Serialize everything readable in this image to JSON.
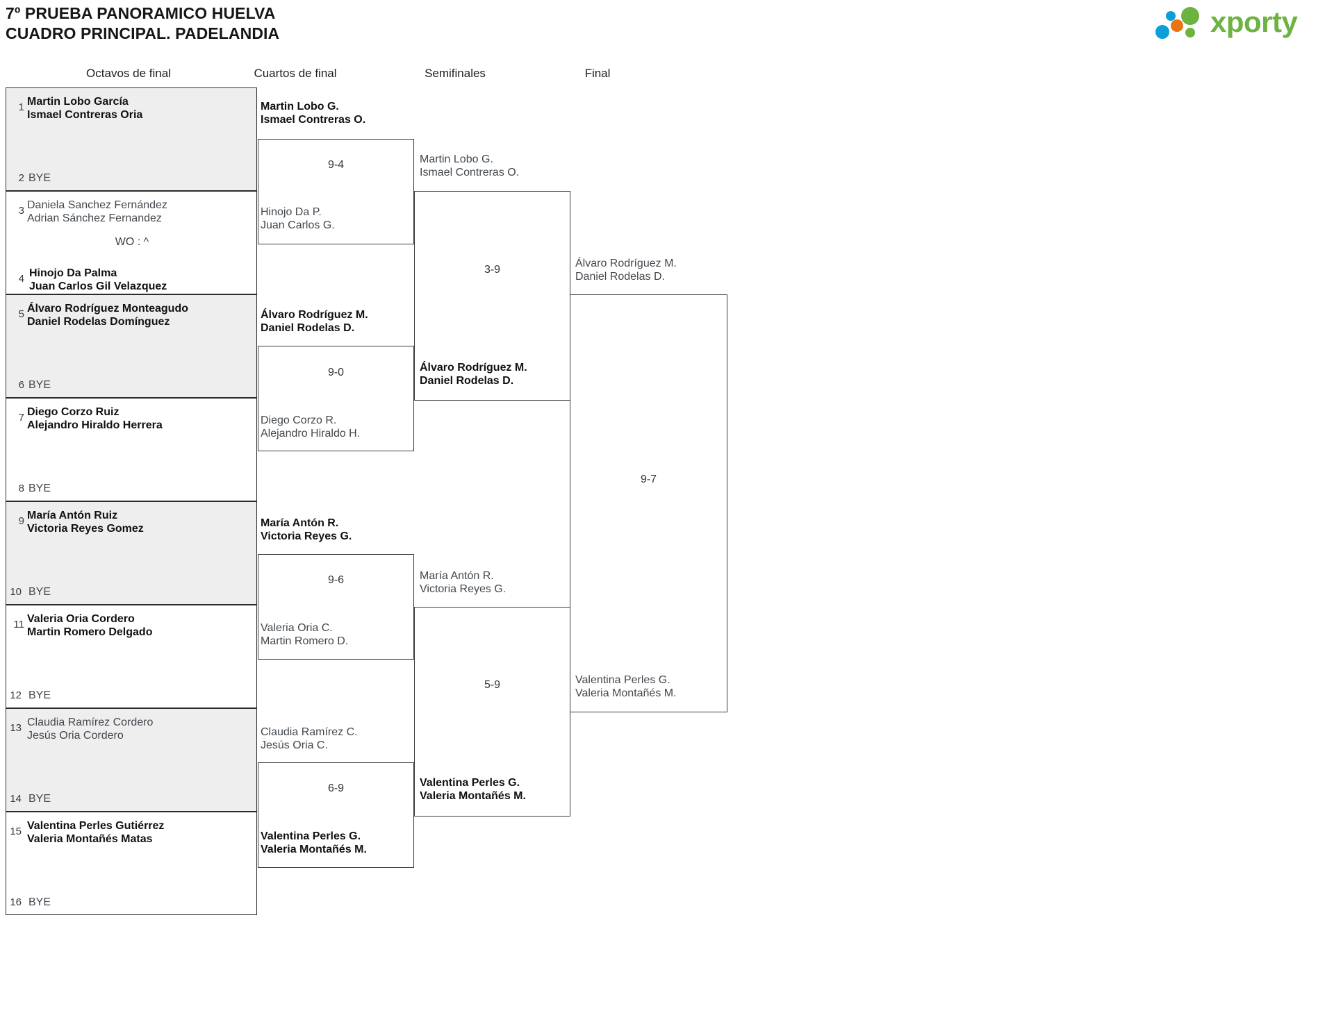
{
  "header": {
    "title_line1": "7º PRUEBA PANORAMICO HUELVA",
    "title_line2": "CUADRO PRINCIPAL. PADELANDIA",
    "title": "7º PRUEBA PANORAMICO HUELVA\nCUADRO PRINCIPAL. PADELANDIA",
    "logo_text": "xporty",
    "logo_colors": {
      "green": "#6cb33f",
      "blue": "#0b9fd8",
      "orange": "#e87511"
    }
  },
  "rounds": [
    {
      "id": "octavos",
      "label": "Octavos de final"
    },
    {
      "id": "cuartos",
      "label": "Cuartos de final"
    },
    {
      "id": "semifinales",
      "label": "Semifinales"
    },
    {
      "id": "final",
      "label": "Final"
    }
  ],
  "colors": {
    "shaded_row": "#eeeeee",
    "border": "#2b2b2b",
    "winner_text": "#111111",
    "loser_text": "#43484d"
  },
  "bye_label": "BYE",
  "octavos": [
    {
      "seed": "1",
      "names": "Martin Lobo García\nIsmael Contreras Oria",
      "opponent_seed": "2",
      "opponent_names": "BYE",
      "shaded": true,
      "result": "win",
      "note": ""
    },
    {
      "seed": "3",
      "names": "Daniela Sanchez Fernández\nAdrian Sánchez Fernandez",
      "opponent_seed": "4",
      "opponent_names": "Hinojo Da Palma\nJuan Carlos Gil Velazquez",
      "shaded": false,
      "result": "lose",
      "note": "WO : ^"
    },
    {
      "seed": "5",
      "names": "Álvaro Rodríguez Monteagudo\nDaniel Rodelas Domínguez",
      "opponent_seed": "6",
      "opponent_names": "BYE",
      "shaded": true,
      "result": "win",
      "note": ""
    },
    {
      "seed": "7",
      "names": "Diego Corzo Ruiz\nAlejandro Hiraldo Herrera",
      "opponent_seed": "8",
      "opponent_names": "BYE",
      "shaded": false,
      "result": "win",
      "note": ""
    },
    {
      "seed": "9",
      "names": "María Antón Ruiz\nVictoria Reyes Gomez",
      "opponent_seed": "10",
      "opponent_names": "BYE",
      "shaded": true,
      "result": "win",
      "note": ""
    },
    {
      "seed": "11",
      "names": "Valeria Oria Cordero\nMartin Romero Delgado",
      "opponent_seed": "12",
      "opponent_names": "BYE",
      "shaded": false,
      "result": "win",
      "note": ""
    },
    {
      "seed": "13",
      "names": "Claudia Ramírez Cordero\nJesús Oria Cordero",
      "opponent_seed": "14",
      "opponent_names": "BYE",
      "shaded": true,
      "result": "lose",
      "note": ""
    },
    {
      "seed": "15",
      "names": "Valentina Perles Gutiérrez\nValeria Montañés Matas",
      "opponent_seed": "16",
      "opponent_names": "BYE",
      "shaded": false,
      "result": "win",
      "note": ""
    }
  ],
  "cuartos": [
    {
      "top": "Martin Lobo G.\nIsmael Contreras O.",
      "top_result": "win",
      "bottom": "Hinojo Da P.\nJuan Carlos G.",
      "bottom_result": "lose",
      "score": "9-4"
    },
    {
      "top": "Álvaro Rodríguez M.\nDaniel Rodelas D.",
      "top_result": "win",
      "bottom": "Diego Corzo R.\nAlejandro Hiraldo H.",
      "bottom_result": "lose",
      "score": "9-0"
    },
    {
      "top": "María Antón R.\nVictoria Reyes G.",
      "top_result": "win",
      "bottom": "Valeria Oria C.\nMartin Romero D.",
      "bottom_result": "lose",
      "score": "9-6"
    },
    {
      "top": "Claudia Ramírez C.\nJesús Oria C.",
      "top_result": "lose",
      "bottom": "Valentina Perles G.\nValeria Montañés M.",
      "bottom_result": "win",
      "score": "6-9"
    }
  ],
  "semifinales": [
    {
      "top": "Martin Lobo G.\nIsmael Contreras O.",
      "top_result": "lose",
      "bottom": "Álvaro Rodríguez M.\nDaniel Rodelas D.",
      "bottom_result": "win",
      "score": "3-9"
    },
    {
      "top": "María Antón R.\nVictoria Reyes G.",
      "top_result": "lose",
      "bottom": "Valentina Perles G.\nValeria Montañés M.",
      "bottom_result": "win",
      "score": "5-9"
    }
  ],
  "final": [
    {
      "top": "Álvaro Rodríguez M.\nDaniel Rodelas D.",
      "top_result": "lose",
      "bottom": "Valentina Perles G.\nValeria Montañés M.",
      "bottom_result": "lose",
      "score": "9-7"
    }
  ]
}
